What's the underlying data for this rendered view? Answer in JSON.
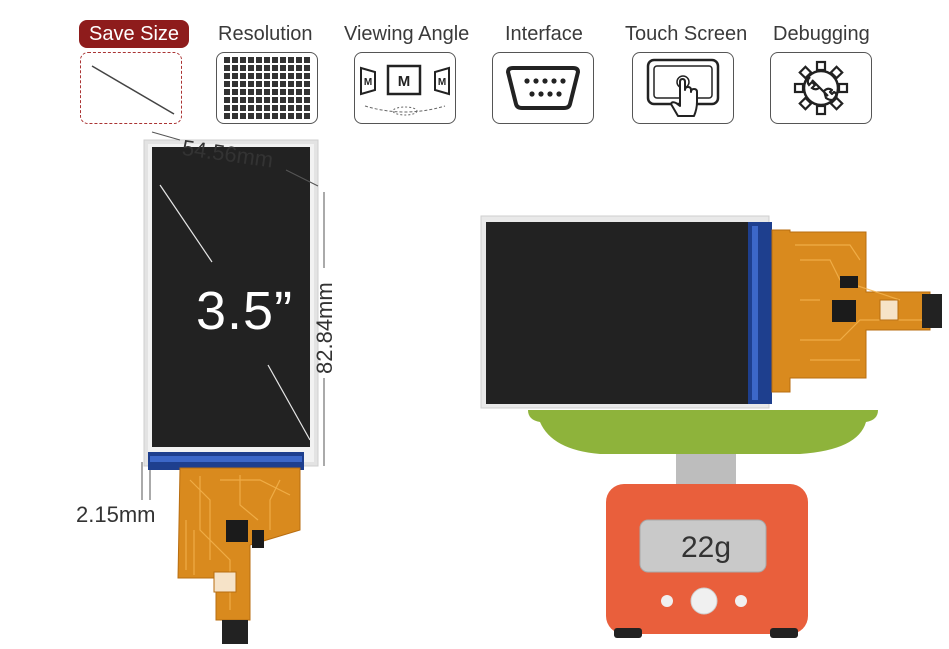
{
  "features": [
    {
      "label": "Save Size",
      "icon": "diagonal-line-icon",
      "active": true
    },
    {
      "label": "Resolution",
      "icon": "pixel-grid-icon",
      "active": false
    },
    {
      "label": "Viewing Angle",
      "icon": "viewing-angle-icon",
      "active": false
    },
    {
      "label": "Interface",
      "icon": "serial-port-icon",
      "active": false
    },
    {
      "label": "Touch Screen",
      "icon": "touch-screen-icon",
      "active": false
    },
    {
      "label": "Debugging",
      "icon": "gear-wrench-icon",
      "active": false
    }
  ],
  "viewing_angle_glyph": "M",
  "display": {
    "diagonal": "3.5”",
    "width": "54.56mm",
    "height": "82.84mm",
    "thickness": "2.15mm"
  },
  "scale": {
    "weight": "22g"
  },
  "colors": {
    "active_tab": "#8e1c1c",
    "screen": "#222222",
    "fpc": "#d98a1e",
    "scale_body": "#e95f3c",
    "scale_pan": "#8eb33b"
  }
}
